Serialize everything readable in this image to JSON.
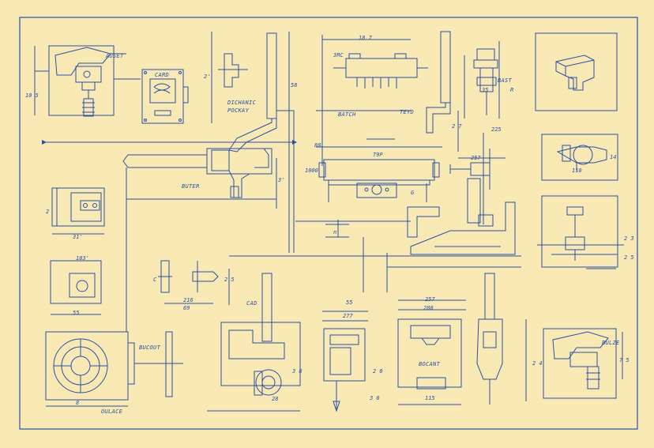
{
  "labels": {
    "assy": "AUSET",
    "card": "CARD",
    "dichanic": "DICHANIC",
    "pockay": "POCKAY",
    "batch": "BATCH",
    "teyd": "TEYD",
    "buter": "BUTER",
    "bast": "BAST",
    "cad": "CAD",
    "bucout": "BUCOUT",
    "oulage": "OULACE",
    "bocant": "BOCANT",
    "bulze": "BULZE"
  },
  "dims": {
    "d_105": "10 5",
    "d_2a": "2'",
    "d_189": "18 7",
    "d_3rc": "3RC",
    "d_58": "58",
    "d_80": "80",
    "d_70": "T9P",
    "d_1000": "1000",
    "d_ga": "G",
    "d_27": "2 7",
    "d_225": "225",
    "d_257": "257",
    "d_31": "3'",
    "d_r": "R",
    "d_35": "35",
    "d_2b": "2",
    "d_31b": "31'",
    "d_na": "n",
    "d_110": "110",
    "d_103": "103'",
    "d_35b": "55",
    "d_c": "C",
    "d_216": "216",
    "d_69": "69",
    "d_25": "2 5",
    "d_55": "55",
    "d_277": "277",
    "d_257b": "257",
    "d_250": "280",
    "d_23": "2 3",
    "d_25b": "2 5",
    "d_38": "3 8",
    "d_28": "28",
    "d_20": "2 0",
    "d_80b": "3 0",
    "d_115": "115",
    "d_24": "2 4",
    "d_8": "8",
    "d_14": "14",
    "d_75": "7 5"
  },
  "colors": {
    "paper": "#f8e9b4",
    "ink": "#2a4fa6"
  }
}
